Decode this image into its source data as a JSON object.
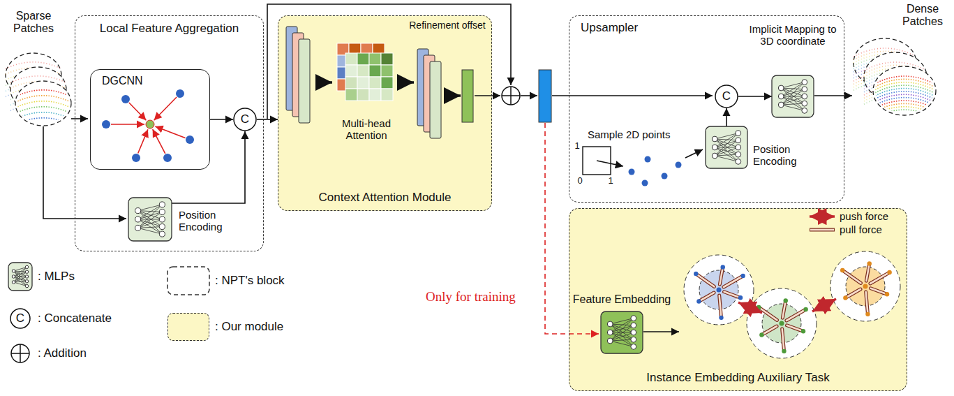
{
  "diagram": {
    "nodes": [
      {
        "text": [
          "Local Feature Aggregation"
        ]
      },
      {
        "text": [
          "DGCNN"
        ],
        "in": 0
      },
      {
        "text": [
          "C"
        ],
        "in": 0
      },
      {
        "text": [
          "Position Encoding"
        ],
        "in": 0
      },
      {
        "text": [
          "Context Attention Module"
        ]
      },
      {
        "text": [
          "Upsampler"
        ]
      },
      {
        "text": [
          "C"
        ],
        "in": 5
      },
      {
        "text": [
          "Position Encoding"
        ],
        "in": 5
      },
      {
        "text": [
          "Implicit Mapping to 3D coordinate"
        ],
        "in": 5
      },
      {
        "text": [
          "Instance Embedding Auxiliary Task"
        ]
      },
      {
        "text": [
          "Feature Embedding"
        ],
        "in": 9
      }
    ],
    "edges": [
      {
        "from": 1,
        "to": 2,
        "arrow": "to"
      },
      {
        "from": 3,
        "to": 2,
        "arrow": "to"
      },
      {
        "from": 2,
        "to": 4,
        "arrow": "to"
      },
      {
        "from": 7,
        "to": 6,
        "arrow": "to"
      },
      {
        "from": 6,
        "to": 8,
        "arrow": "to"
      }
    ],
    "labels": [
      "Sparse Patches",
      "Refinement offset",
      "Multi-head Attention",
      "Sample 2D points",
      "1",
      "0",
      "1",
      "Dense Patches",
      "push force",
      "pull force",
      "Only for training",
      "C"
    ],
    "legend": [
      {
        "text": ": MLPs"
      },
      {
        "text": ": Concatenate"
      },
      {
        "text": ": Addition"
      },
      {
        "text": ": NPT's block"
      },
      {
        "text": ": Our module",
        "color": "#fcf7c5"
      }
    ]
  }
}
